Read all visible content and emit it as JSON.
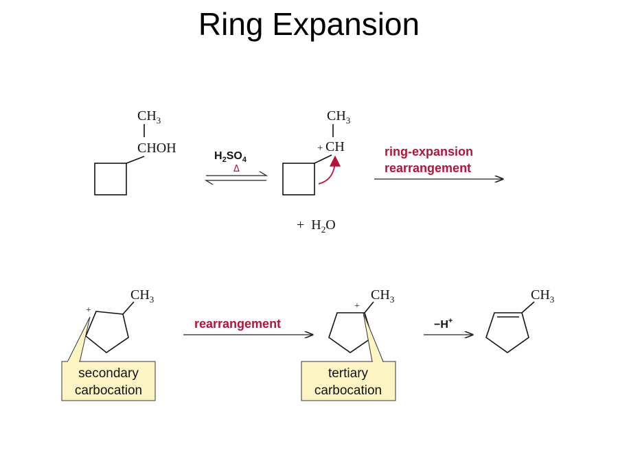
{
  "title": "Ring Expansion",
  "top_row": {
    "reactant": {
      "methyl": "CH",
      "methyl_sub": "3",
      "carbinol": "CHOH"
    },
    "reagent": {
      "acid": "H",
      "acid_sub1": "2",
      "acid_mid": "SO",
      "acid_sub2": "4",
      "heat": "Δ"
    },
    "cation": {
      "methyl": "CH",
      "methyl_sub": "3",
      "charge": "+",
      "carbon": "CH"
    },
    "step_label_line1": "ring-expansion",
    "step_label_line2": "rearrangement",
    "byproduct": {
      "plus": "+",
      "water": "H",
      "water_sub": "2",
      "water_end": "O"
    }
  },
  "bottom_row": {
    "secondary": {
      "methyl": "CH",
      "methyl_sub": "3",
      "charge": "+",
      "callout_line1": "secondary",
      "callout_line2": "carbocation"
    },
    "step_label": "rearrangement",
    "tertiary": {
      "methyl": "CH",
      "methyl_sub": "3",
      "charge": "+",
      "callout_line1": "tertiary",
      "callout_line2": "carbocation"
    },
    "deprotonation": {
      "minus": "−H",
      "charge": "+"
    },
    "alkene": {
      "methyl": "CH",
      "methyl_sub": "3"
    }
  },
  "colors": {
    "accent_red": "#b5123a",
    "callout_fill": "#fdf6c4",
    "callout_border": "#333333"
  }
}
